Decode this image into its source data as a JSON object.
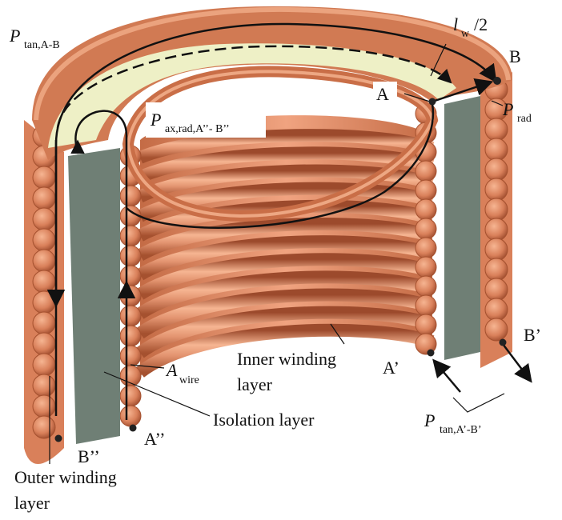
{
  "colors": {
    "copper_light": "#f3a986",
    "copper_mid": "#d9805a",
    "copper_dark": "#9c4a2c",
    "isolation_top": "#eef0c6",
    "isolation_side": "#6f7f75",
    "path_line": "#111111"
  },
  "labels": {
    "l_w_main": "l",
    "l_w_sub": "w",
    "l_w_rest": "/2",
    "p_tan_ab_main": "P",
    "p_tan_ab_sub": "tan,A-B",
    "p_ax_rad_main": "P",
    "p_ax_rad_sub": "ax,rad,A’’- B’’",
    "p_rad_main": "P",
    "p_rad_sub": "rad",
    "p_tan_a_b_prime_main": "P",
    "p_tan_a_b_prime_sub": "tan,A’-B’",
    "a_wire_main": "A",
    "a_wire_sub": "wire",
    "point_a": "A",
    "point_b": "B",
    "point_a_prime": "A’",
    "point_b_prime": "B’",
    "point_a_dprime": "A’’",
    "point_b_dprime": "B’’",
    "inner_winding_1": "Inner winding",
    "inner_winding_2": "layer",
    "isolation_layer": "Isolation layer",
    "outer_winding_1": "Outer winding",
    "outer_winding_2": "layer"
  }
}
